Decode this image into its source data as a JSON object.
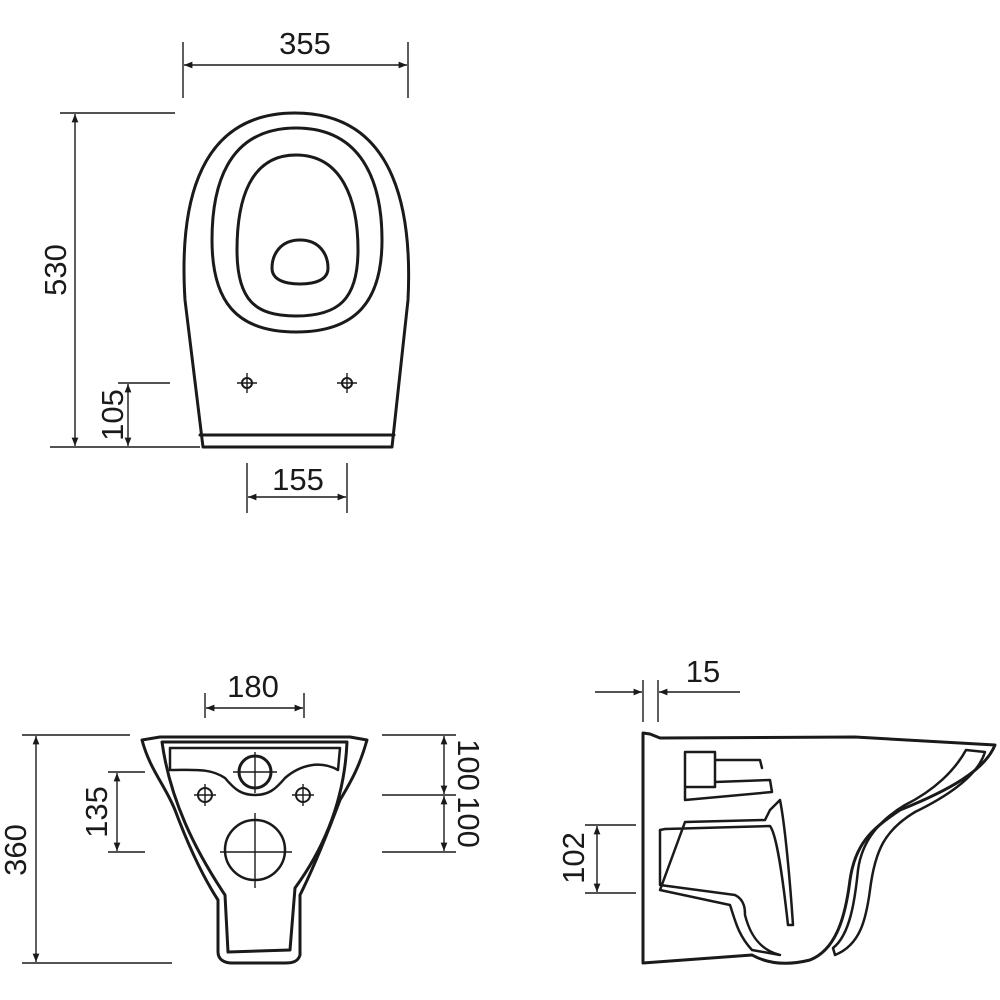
{
  "drawing": {
    "top_view": {
      "width": "355",
      "length": "530",
      "hole_height": "105",
      "hole_spacing": "155"
    },
    "rear_view": {
      "fixing_spacing": "180",
      "height": "360",
      "fixing_height": "135",
      "upper_offset": "100",
      "lower_offset": "100"
    },
    "side_view": {
      "wall_gap": "15",
      "outlet_height": "102"
    },
    "colors": {
      "line": "#1a1a1a",
      "background": "#ffffff"
    }
  }
}
